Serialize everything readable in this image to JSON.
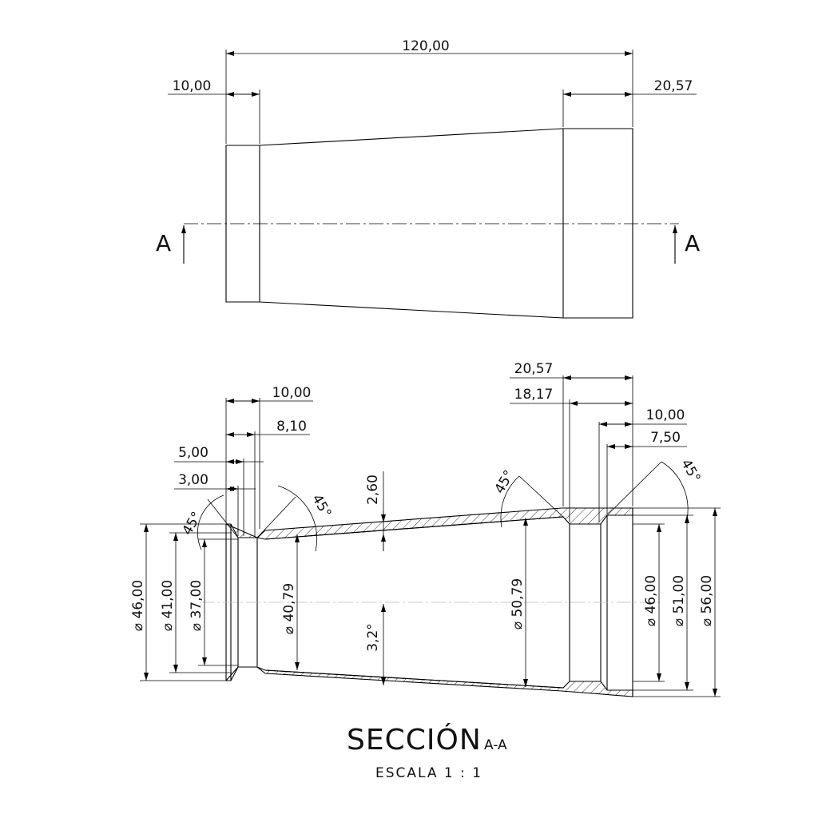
{
  "top_view": {
    "dim_total": "120,00",
    "dim_left": "10,00",
    "dim_right": "20,57",
    "section_mark_left": "A",
    "section_mark_right": "A"
  },
  "section_view": {
    "dims_top_left": [
      "10,00",
      "8,10",
      "5,00",
      "3,00"
    ],
    "dims_top_right": [
      "20,57",
      "18,17",
      "10,00",
      "7,50"
    ],
    "angle_45_a": "45°",
    "angle_45_b": "45°",
    "angle_45_c": "45°",
    "angle_45_d": "45°",
    "wall": "2,60",
    "taper": "3,2°",
    "dia_left": [
      "⌀ 46,00",
      "⌀ 41,00",
      "⌀ 37,00"
    ],
    "dia_mid_left": "⌀ 40,79",
    "dia_mid_right": "⌀ 50,79",
    "dia_right": [
      "⌀ 46,00",
      "⌀ 51,00",
      "⌀ 56,00"
    ]
  },
  "caption": {
    "title": "SECCIÓN",
    "suffix": "A-A",
    "scale": "ESCALA 1 : 1"
  }
}
